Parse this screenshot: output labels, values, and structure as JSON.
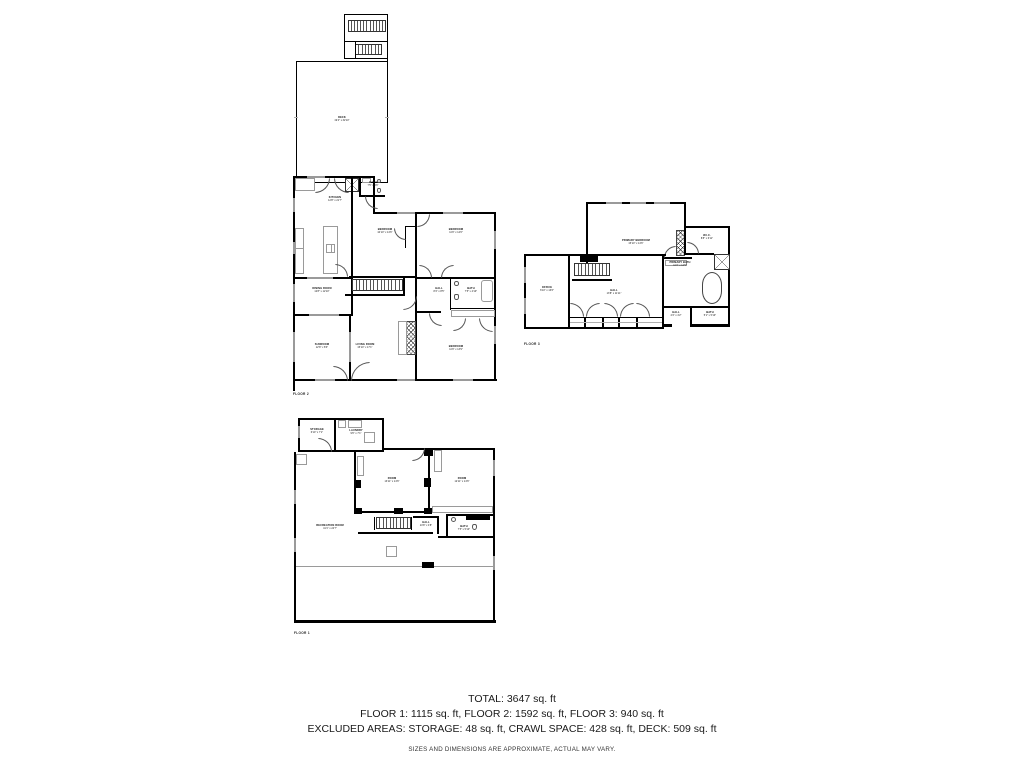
{
  "document": {
    "type": "floor-plan-sheet",
    "background_color": "#ffffff",
    "line_color": "#000000"
  },
  "footer": {
    "total_line": "TOTAL: 3647 sq. ft",
    "floors_line": "FLOOR 1: 1115 sq. ft, FLOOR 2: 1592 sq. ft, FLOOR 3: 940 sq. ft",
    "excluded_line": "EXCLUDED AREAS: STORAGE: 48 sq. ft, CRAWL SPACE: 428 sq. ft, DECK: 509 sq. ft",
    "disclaimer": "SIZES AND DIMENSIONS ARE APPROXIMATE, ACTUAL MAY VARY."
  },
  "floors": {
    "floor1": {
      "label": "FLOOR 1",
      "area": "1115 sq. ft",
      "rooms": [
        {
          "name": "STORAGE",
          "dimensions": "6'10\" x 7'1\""
        },
        {
          "name": "LAUNDRY",
          "dimensions": "9'6\" x 7'1\""
        },
        {
          "name": "ROOM",
          "dimensions": "13'11\" x 14'6\""
        },
        {
          "name": "ROOM",
          "dimensions": "12'11\" x 14'6\""
        },
        {
          "name": "RECREATION ROOM",
          "dimensions": "41'1\" x 24'7\""
        },
        {
          "name": "HALL",
          "dimensions": "14'8\" x 4'8\""
        },
        {
          "name": "BATH",
          "dimensions": "7'5\" x 5'10\""
        }
      ]
    },
    "floor2": {
      "label": "FLOOR 2",
      "area": "1592 sq. ft",
      "rooms": [
        {
          "name": "KITCHEN",
          "dimensions": "12'8\" x 21'7\""
        },
        {
          "name": "BATH",
          "dimensions": "7'5\" x 4'6\""
        },
        {
          "name": "BEDROOM",
          "dimensions": "10'10\" x 14'6\""
        },
        {
          "name": "BEDROOM",
          "dimensions": "11'9\" x 14'6\""
        },
        {
          "name": "HALL",
          "dimensions": "8'4\" x 8'5\""
        },
        {
          "name": "BATH",
          "dimensions": "7'5\" x 4'10\""
        },
        {
          "name": "DINING ROOM",
          "dimensions": "12'8\" x 12'10\""
        },
        {
          "name": "LIVING ROOM",
          "dimensions": "15'10\" x 17'1\""
        },
        {
          "name": "BEDROOM",
          "dimensions": "11'9\" x 13'9\""
        },
        {
          "name": "SUNROOM",
          "dimensions": "12'8\" x 8'3\""
        }
      ]
    },
    "floor3": {
      "label": "FLOOR 3",
      "area": "940 sq. ft",
      "rooms": [
        {
          "name": "PRIMARY BEDROOM",
          "dimensions": "15'10\" x 14'6\""
        },
        {
          "name": "W.I.C.",
          "dimensions": "8'8\" x 6'11\""
        },
        {
          "name": "PRIMARY BATH",
          "dimensions": "11'3\" x 12'5\""
        },
        {
          "name": "OFFICE",
          "dimensions": "6'10\" x 13'6\""
        },
        {
          "name": "HALL",
          "dimensions": "13'8\" x 11'11\""
        },
        {
          "name": "HALL",
          "dimensions": "4'4\" x 4'2\""
        },
        {
          "name": "BATH",
          "dimensions": "5'1\" x 5'10\""
        }
      ]
    },
    "deck": {
      "name": "DECK",
      "dimensions": "19'4\" x 32'10\"",
      "area": "509 sq. ft"
    }
  }
}
